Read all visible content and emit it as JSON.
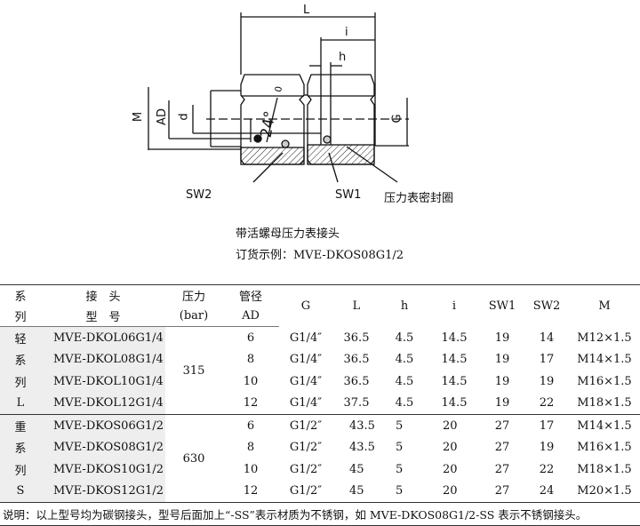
{
  "drawing": {
    "dims": {
      "L": "L",
      "i": "i",
      "h": "h",
      "M": "M",
      "AD": "AD",
      "d": "d",
      "G": "G",
      "angle": "24°"
    },
    "callouts": {
      "sw2": "SW2",
      "sw1": "SW1",
      "seal": "压力表密封圈"
    }
  },
  "caption": {
    "title": "带活螺母压力表接头",
    "order_example": "订货示例：MVE-DKOS08G1/2"
  },
  "table": {
    "headers": {
      "series": [
        "系",
        "列"
      ],
      "model": [
        "接　头",
        "型　号"
      ],
      "pressure": [
        "压力",
        "(bar)"
      ],
      "ad": [
        "管径",
        "AD"
      ],
      "G": "G",
      "L": "L",
      "h": "h",
      "i": "i",
      "SW1": "SW1",
      "SW2": "SW2",
      "M": "M"
    },
    "groups": [
      {
        "series": [
          "轻",
          "系",
          "列",
          "L"
        ],
        "pressure": "315",
        "rows": [
          [
            "MVE-DKOL06G1/4",
            "6",
            "G1/4″",
            "36.5",
            "4.5",
            "14.5",
            "19",
            "14",
            "M12×1.5"
          ],
          [
            "MVE-DKOL08G1/4",
            "8",
            "G1/4″",
            "36.5",
            "4.5",
            "14.5",
            "19",
            "17",
            "M14×1.5"
          ],
          [
            "MVE-DKOL10G1/4",
            "10",
            "G1/4″",
            "36.5",
            "4.5",
            "14.5",
            "19",
            "19",
            "M16×1.5"
          ],
          [
            "MVE-DKOL12G1/4",
            "12",
            "G1/4″",
            "37.5",
            "4.5",
            "14.5",
            "19",
            "22",
            "M18×1.5"
          ]
        ]
      },
      {
        "series": [
          "重",
          "系",
          "列",
          "S"
        ],
        "pressure": "630",
        "rows": [
          [
            "MVE-DKOS06G1/2",
            "6",
            "G1/2″",
            "43.5",
            "5",
            "20",
            "27",
            "17",
            "M14×1.5"
          ],
          [
            "MVE-DKOS08G1/2",
            "8",
            "G1/2″",
            "43.5",
            "5",
            "20",
            "27",
            "19",
            "M16×1.5"
          ],
          [
            "MVE-DKOS10G1/2",
            "10",
            "G1/2″",
            "45",
            "5",
            "20",
            "27",
            "22",
            "M18×1.5"
          ],
          [
            "MVE-DKOS12G1/2",
            "12",
            "G1/2″",
            "45",
            "5",
            "20",
            "27",
            "24",
            "M20×1.5"
          ]
        ]
      }
    ],
    "note": "说明：以上型号均为碳钢接头，型号后面加上“-SS”表示材质为不锈钢，如 MVE-DKOS08G1/2-SS 表示不锈钢接头。"
  }
}
